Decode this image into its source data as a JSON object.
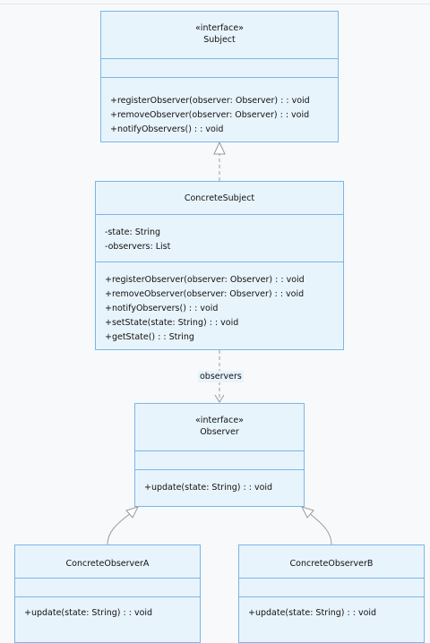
{
  "classes": {
    "subject": {
      "stereotype": "«interface»",
      "name": "Subject",
      "attributes": [],
      "methods": [
        "+registerObserver(observer: Observer) : : void",
        "+removeObserver(observer: Observer) : : void",
        "+notifyObservers() : : void"
      ]
    },
    "concrete_subject": {
      "name": "ConcreteSubject",
      "attributes": [
        "-state: String",
        "-observers: List"
      ],
      "methods": [
        "+registerObserver(observer: Observer) : : void",
        "+removeObserver(observer: Observer) : : void",
        "+notifyObservers() : : void",
        "+setState(state: String) : : void",
        "+getState() : : String"
      ]
    },
    "observer": {
      "stereotype": "«interface»",
      "name": "Observer",
      "attributes": [],
      "methods": [
        "+update(state: String) : : void"
      ]
    },
    "concrete_observer_a": {
      "name": "ConcreteObserverA",
      "attributes": [],
      "methods": [
        "+update(state: String) : : void"
      ]
    },
    "concrete_observer_b": {
      "name": "ConcreteObserverB",
      "attributes": [],
      "methods": [
        "+update(state: String) : : void"
      ]
    }
  },
  "relations": {
    "association_label": "observers"
  },
  "colors": {
    "box_fill": "#e8f4fc",
    "box_border": "#7ab6e8",
    "connector": "#9a9a9a",
    "background": "#f8f9fb"
  }
}
